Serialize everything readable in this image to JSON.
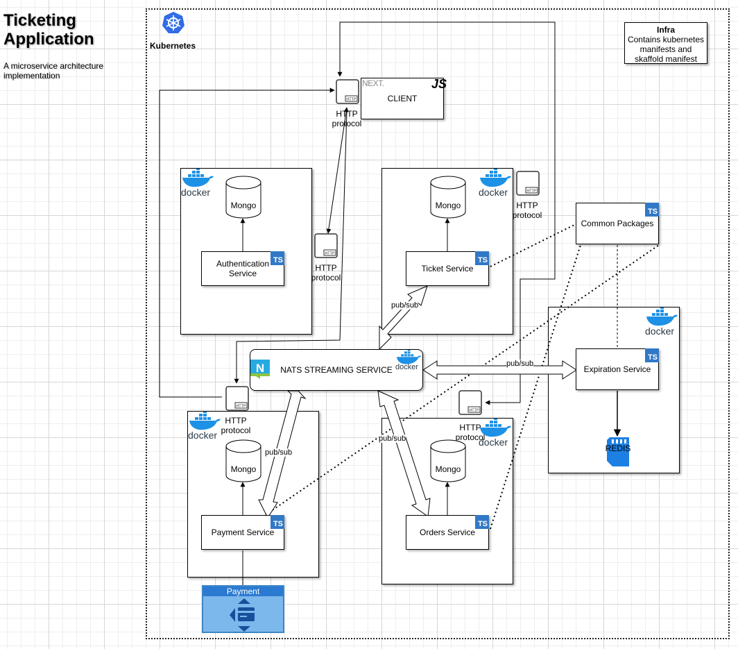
{
  "header": {
    "title": "Ticketing Application",
    "subtitle": "A microservice architecture implementation"
  },
  "kubernetes": {
    "label": "Kubernetes"
  },
  "infra": {
    "title": "Infra",
    "description": "Contains kubernetes manifests and skaffold manifest"
  },
  "client": {
    "label": "CLIENT",
    "framework_mark": "NEXT.",
    "js_badge": "JS"
  },
  "http": {
    "label": "HTTP protocol",
    "icon_text": "HTTP"
  },
  "database": {
    "label": "Mongo"
  },
  "docker": {
    "label": "docker"
  },
  "ts_badge": "TS",
  "services": {
    "auth": "Authentication Service",
    "ticket": "Ticket Service",
    "payment": "Payment Service",
    "orders": "Orders Service",
    "expiration": "Expiration Service",
    "common": "Common Packages"
  },
  "nats": {
    "label": "NATS STREAMING SERVICE",
    "logo_letter": "N"
  },
  "redis": {
    "label": "REDIS"
  },
  "payment_gateway": {
    "label": "Payment"
  },
  "edges": {
    "pubsub": "pub/sub"
  },
  "colors": {
    "ts_blue": "#3178c6",
    "docker_blue": "#1d91e6",
    "payment_blue": "#7db8ec",
    "payment_header": "#2b7ad1",
    "redis_blue": "#1d7fe3",
    "nats_teal": "#27aae1",
    "nats_green": "#8dc63f",
    "k8s_blue": "#326ce5"
  }
}
